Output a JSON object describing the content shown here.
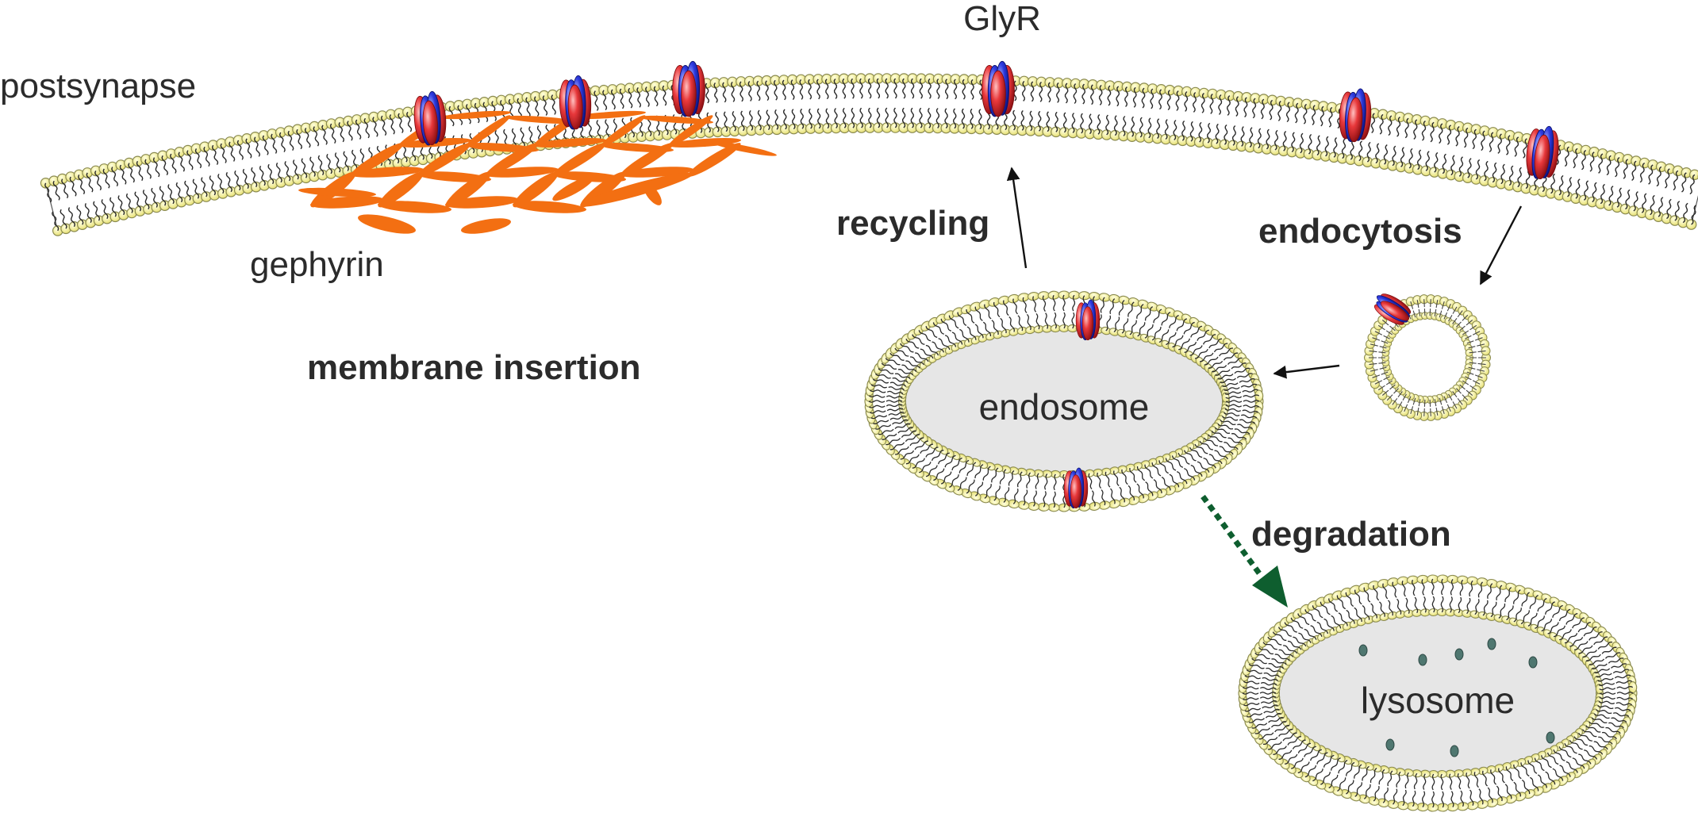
{
  "labels": {
    "postsynapse": "postsynapse",
    "glyr": "GlyR",
    "gephyrin": "gephyrin",
    "membrane_insertion": "membrane insertion",
    "recycling": "recycling",
    "endocytosis": "endocytosis",
    "endosome": "endosome",
    "degradation": "degradation",
    "lysosome": "lysosome"
  },
  "colors": {
    "lipid_head": "#f3f09a",
    "lipid_head_stroke": "#8a8a50",
    "lipid_tail": "#2a2a2a",
    "receptor_red": "#e8383b",
    "receptor_blue": "#2e3be0",
    "gephyrin": "#f36f12",
    "organelle_lumen": "#e6e6e6",
    "lysosome_granule": "#4f7770",
    "arrow_black": "#111111",
    "arrow_green": "#0e5e2f",
    "text": "#2b2b2b"
  }
}
